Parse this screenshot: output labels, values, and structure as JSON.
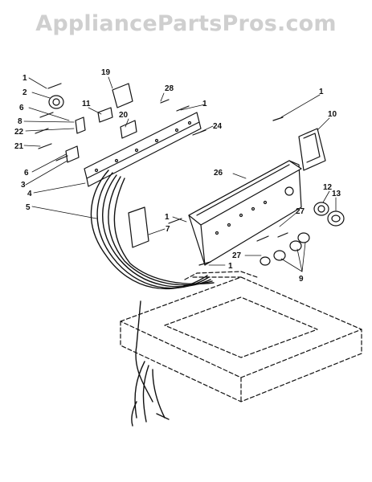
{
  "watermark": "AppliancePartsPros.com",
  "callouts": {
    "c1a": "1",
    "c2": "2",
    "c6a": "6",
    "c8": "8",
    "c22": "22",
    "c21": "21",
    "c6b": "6",
    "c3": "3",
    "c4": "4",
    "c5": "5",
    "c19": "19",
    "c11": "11",
    "c20": "20",
    "c28": "28",
    "c1b": "1",
    "c24": "24",
    "c1c": "1",
    "c10": "10",
    "c26": "26",
    "c12": "12",
    "c13": "13",
    "c27a": "27",
    "c7": "7",
    "c1d": "1",
    "c27b": "27",
    "c1e": "1",
    "c9": "9"
  },
  "colors": {
    "line": "#111111",
    "watermark": "#cfcfcf"
  }
}
